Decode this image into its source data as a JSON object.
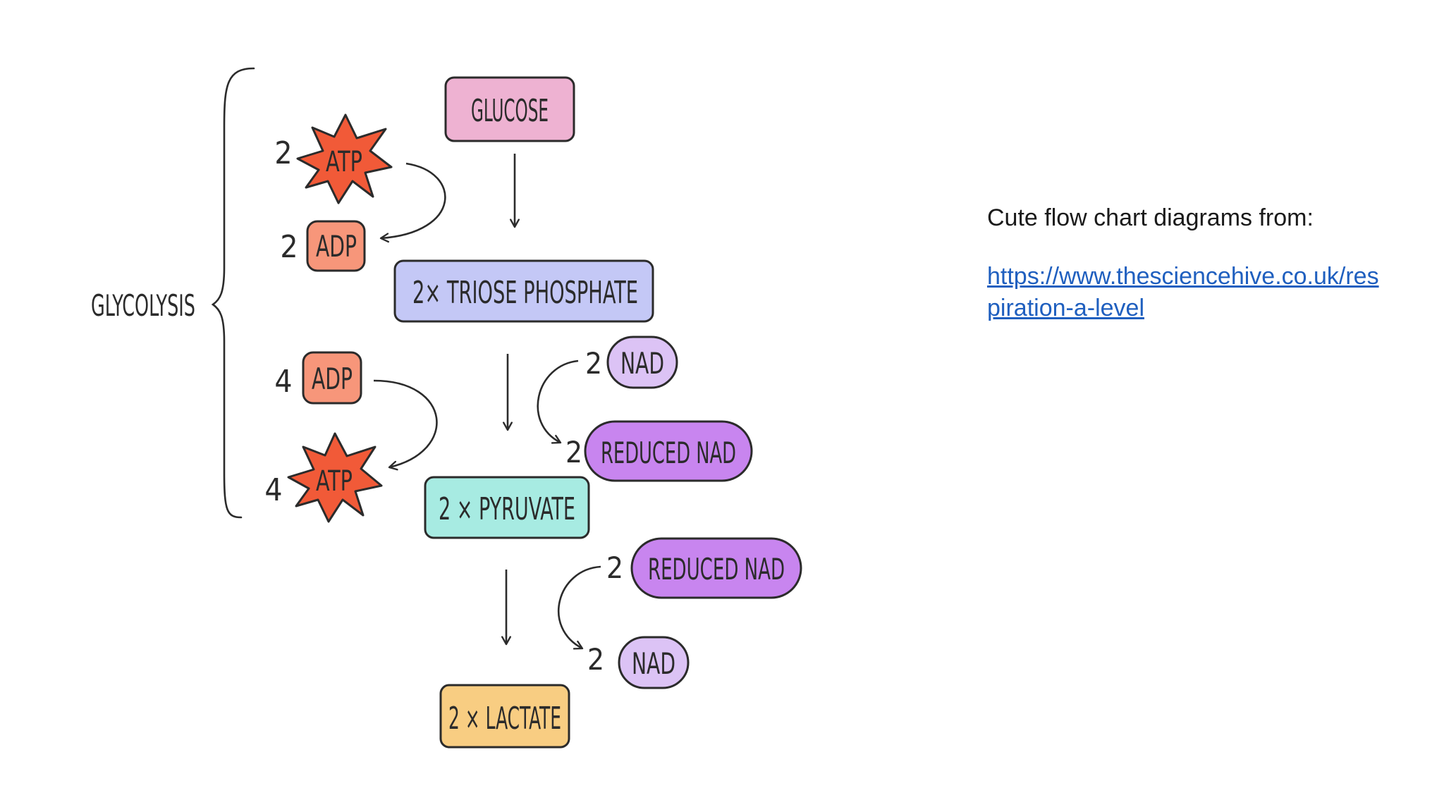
{
  "diagram": {
    "brace_label": "GLYCOLYSIS",
    "main": {
      "glucose": "GLUCOSE",
      "triose": "2× TRIOSE PHOSPHATE",
      "pyruvate": "2 × PYRUVATE",
      "lactate": "2 × LACTATE"
    },
    "energy_in": {
      "atp_coef": "2",
      "atp": "ATP",
      "adp_coef": "2",
      "adp": "ADP"
    },
    "energy_out": {
      "adp_coef": "4",
      "adp": "ADP",
      "atp_coef": "4",
      "atp": "ATP"
    },
    "nad_step1": {
      "nad_coef": "2",
      "nad": "NAD",
      "reduced_coef": "2",
      "reduced": "REDUCED NAD"
    },
    "nad_step2": {
      "reduced_coef": "2",
      "reduced": "REDUCED NAD",
      "nad_coef": "2",
      "nad": "NAD"
    },
    "colors": {
      "glucose": "#eeb2d2",
      "triose": "#c4c8f6",
      "pyruvate": "#a7ebe2",
      "lactate": "#f8cd82",
      "adp": "#f7967a",
      "atp": "#f15a38",
      "nad": "#dcc3f5",
      "reduced_nad": "#c885ef",
      "stroke": "#2b2b2b"
    }
  },
  "source": {
    "caption": "Cute flow chart diagrams from:",
    "url": "https://www.thesciencehive.co.uk/respiration-a-level"
  }
}
